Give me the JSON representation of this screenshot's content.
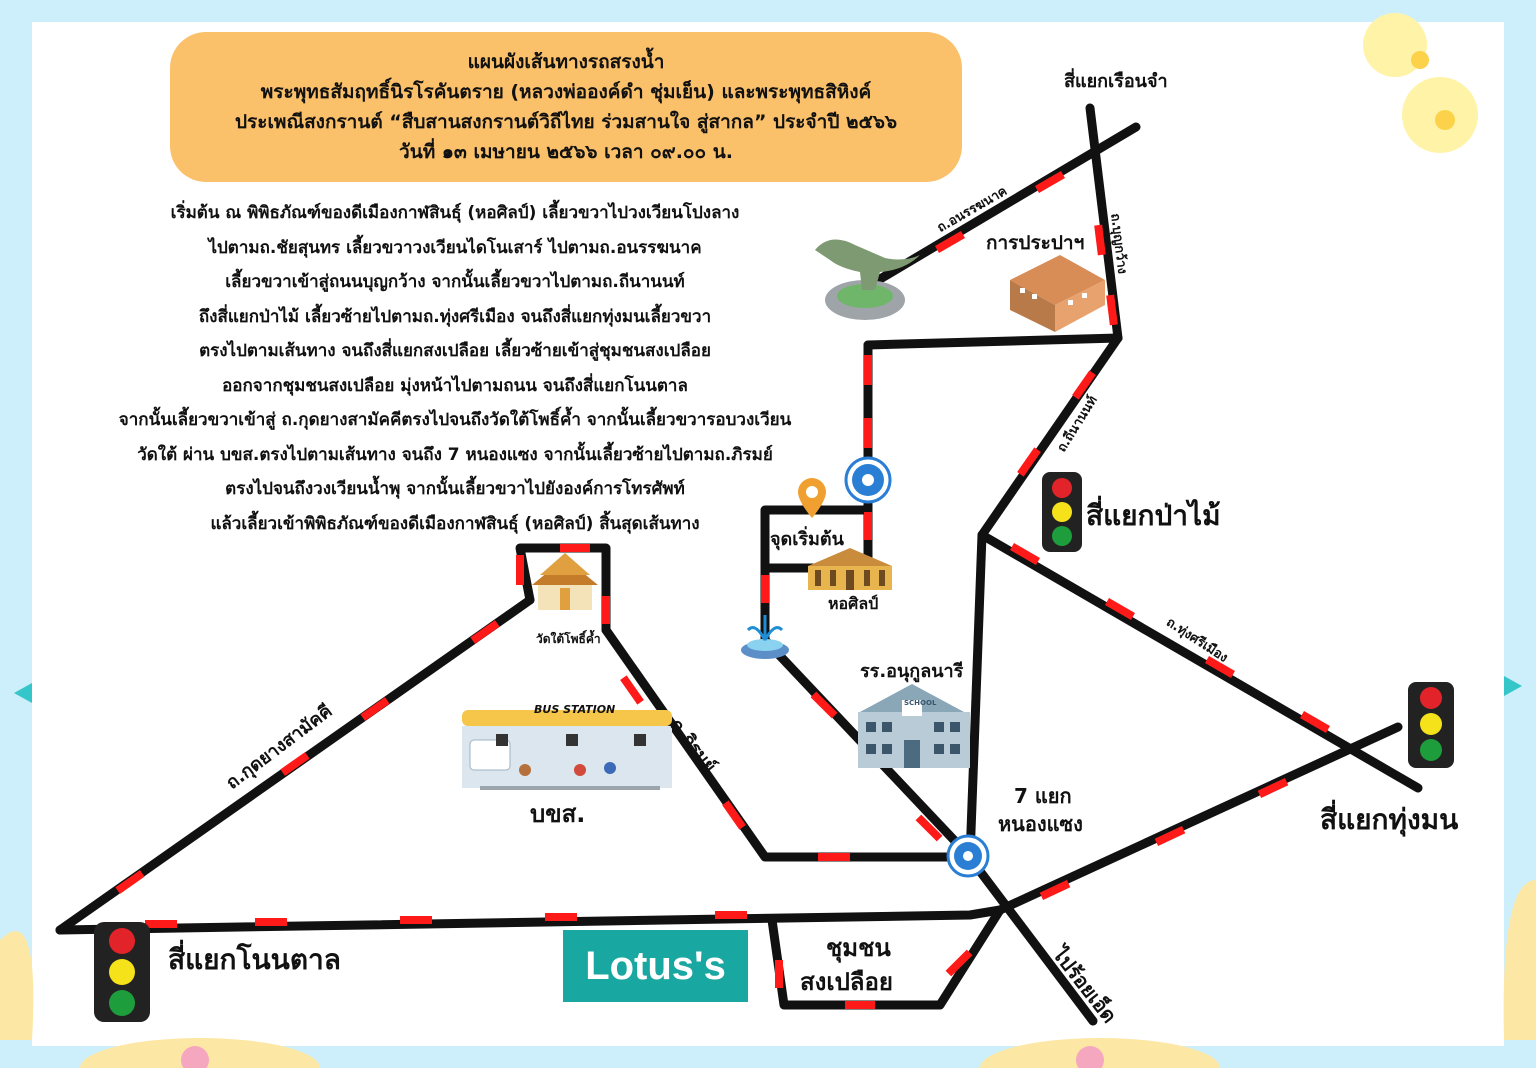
{
  "title": {
    "line1": "แผนผังเส้นทางรถสรงน้ำ",
    "line2": "พระพุทธสัมฤทธิ์นิรโรคันตราย (หลวงพ่อองค์ดำ ชุ่มเย็น) และพระพุทธสิหิงค์",
    "line3": "ประเพณีสงกรานต์ “สืบสานสงกรานต์วิถีไทย ร่วมสานใจ สู่สากล” ประจำปี ๒๕๖๖",
    "line4": "วันที่ ๑๓ เมษายน ๒๕๖๖ เวลา ๐๙.๐๐ น."
  },
  "route_description": [
    "เริ่มต้น ณ พิพิธภัณฑ์ของดีเมืองกาฬสินธุ์ (หอศิลป์) เลี้ยวขวาไปวงเวียนโปงลาง",
    "ไปตามถ.ชัยสุนทร เลี้ยวขวาวงเวียนไดโนเสาร์ ไปตามถ.อนรรฆนาค",
    "เลี้ยวขวาเข้าสู่ถนนบุญกว้าง จากนั้นเลี้ยวขวาไปตามถ.ถีนานนท์",
    "ถึงสี่แยกป่าไม้ เลี้ยวซ้ายไปตามถ.ทุ่งศรีเมือง จนถึงสี่แยกทุ่งมนเลี้ยวขวา",
    "ตรงไปตามเส้นทาง จนถึงสี่แยกสงเปลือย เลี้ยวซ้ายเข้าสู่ชุมชนสงเปลือย",
    "ออกจากชุมชนสงเปลือย มุ่งหน้าไปตามถนน จนถึงสี่แยกโนนตาล",
    "จากนั้นเลี้ยวขวาเข้าสู่ ถ.กุดยางสามัคคีตรงไปจนถึงวัดใต้โพธิ์ค้ำ จากนั้นเลี้ยวขวารอบวงเวียน",
    "วัดใต้ ผ่าน บขส.ตรงไปตามเส้นทาง จนถึง 7 หนองแซง จากนั้นเลี้ยวซ้ายไปตามถ.ภิรมย์",
    "ตรงไปจนถึงวงเวียนน้ำพุ จากนั้นเลี้ยวขวาไปยังองค์การโทรศัพท์",
    "แล้วเลี้ยวเข้าพิพิธภัณฑ์ของดีเมืองกาฬสินธุ์ (หอศิลป์) สิ้นสุดเส้นทาง"
  ],
  "places": {
    "ruen_cham": "สี่แยกเรือนจำ",
    "prapa": "การประปาฯ",
    "pa_mai": "สี่แยกป่าไม้",
    "thung_mon": "สี่แยกทุ่งมน",
    "non_tan": "สี่แยกโนนตาล",
    "start_point": "จุดเริ่มต้น",
    "hor_silp": "หอศิลป์",
    "wat": "วัดใต้โพธิ์ค้ำ",
    "school": "รร.อนุกูลนารี",
    "seven_junction_1": "7 แยก",
    "seven_junction_2": "หนองแซง",
    "bus_station": "บขส.",
    "bus_sign": "BUS STATION",
    "chumchon_1": "ชุมชน",
    "chumchon_2": "สงเปลือย",
    "to_roi_et": "ไปร้อยเอ็ด",
    "lotus": "Lotus's",
    "school_sign": "SCHOOL"
  },
  "roads": {
    "anakkanat": "ถ.อนรรฆนาค",
    "boonkwang": "ถ.บุญกว้าง",
    "theenanon": "ถ.ถีนานนท์",
    "thungsri": "ถ.ทุ่งศรีเมือง",
    "kudyang": "ถ.กุดยางสามัคคี",
    "phirom": "ถ.ภิรมย์"
  },
  "colors": {
    "road": "#111111",
    "arrow": "#ff1a1a",
    "title_bg": "#fbc06a",
    "lotus_bg": "#19a7a2",
    "roundabout": "#2a7fd4"
  }
}
